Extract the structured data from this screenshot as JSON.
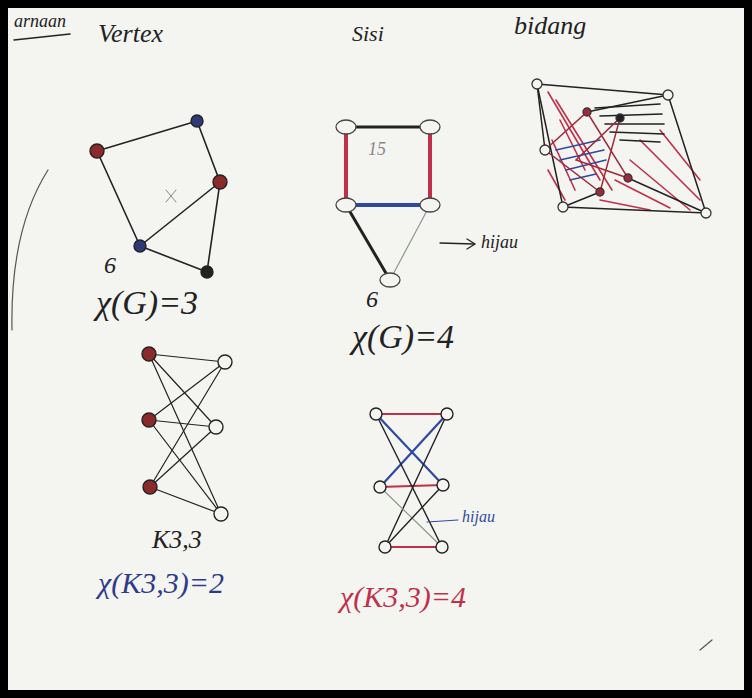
{
  "diagram": {
    "labels": [
      "arnaan",
      "Vertex",
      "Sisi",
      "bidang",
      "15",
      "hijau",
      "6",
      "χ(G)=3",
      "6",
      "χ(G)=4",
      "hijau",
      "K3,3",
      "χ(K3,3)=2",
      "χ(K3,3)=4"
    ]
  }
}
